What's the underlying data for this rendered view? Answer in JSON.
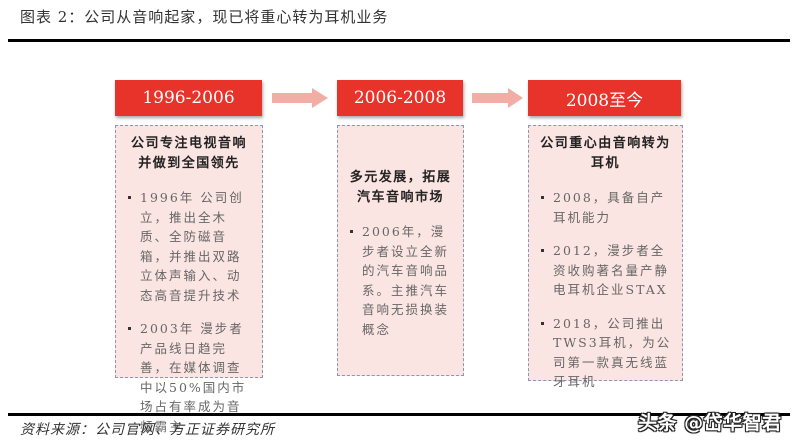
{
  "figure": {
    "title": "图表 2：公司从音响起家，现已将重心转为耳机业务",
    "source": "资料来源：公司官网、方正证券研究所",
    "watermark": "头条 @岱华智君"
  },
  "colors": {
    "period_red": "#e8332a",
    "arrow_pink": "#f2aea5",
    "card_bg": "#fbe5e2",
    "card_border": "#8c95b8"
  },
  "timeline": {
    "stages": [
      {
        "period": "1996-2006",
        "heading": "公司专注电视音响并做到全国领先",
        "bullets": [
          "1996年  公司创立，推出全木质、全防磁音箱，并推出双路立体声输入、动态高音提升技术",
          "2003年  漫步者产品线日趋完善，在媒体调查中以50%国内市场占有率成为音频霸主"
        ]
      },
      {
        "period": "2006-2008",
        "heading": "多元发展，拓展汽车音响市场",
        "bullets": [
          "2006年，漫步者设立全新的汽车音响品系。主推汽车音响无损换装概念"
        ]
      },
      {
        "period": "2008至今",
        "heading": "公司重心由音响转为耳机",
        "bullets": [
          "2008，具备自产耳机能力",
          "2012，漫步者全资收购著名量产静电耳机企业STAX",
          "2018，公司推出TWS3耳机，为公司第一款真无线蓝牙耳机"
        ]
      }
    ],
    "arrows": [
      "arrow-right",
      "arrow-right"
    ]
  }
}
